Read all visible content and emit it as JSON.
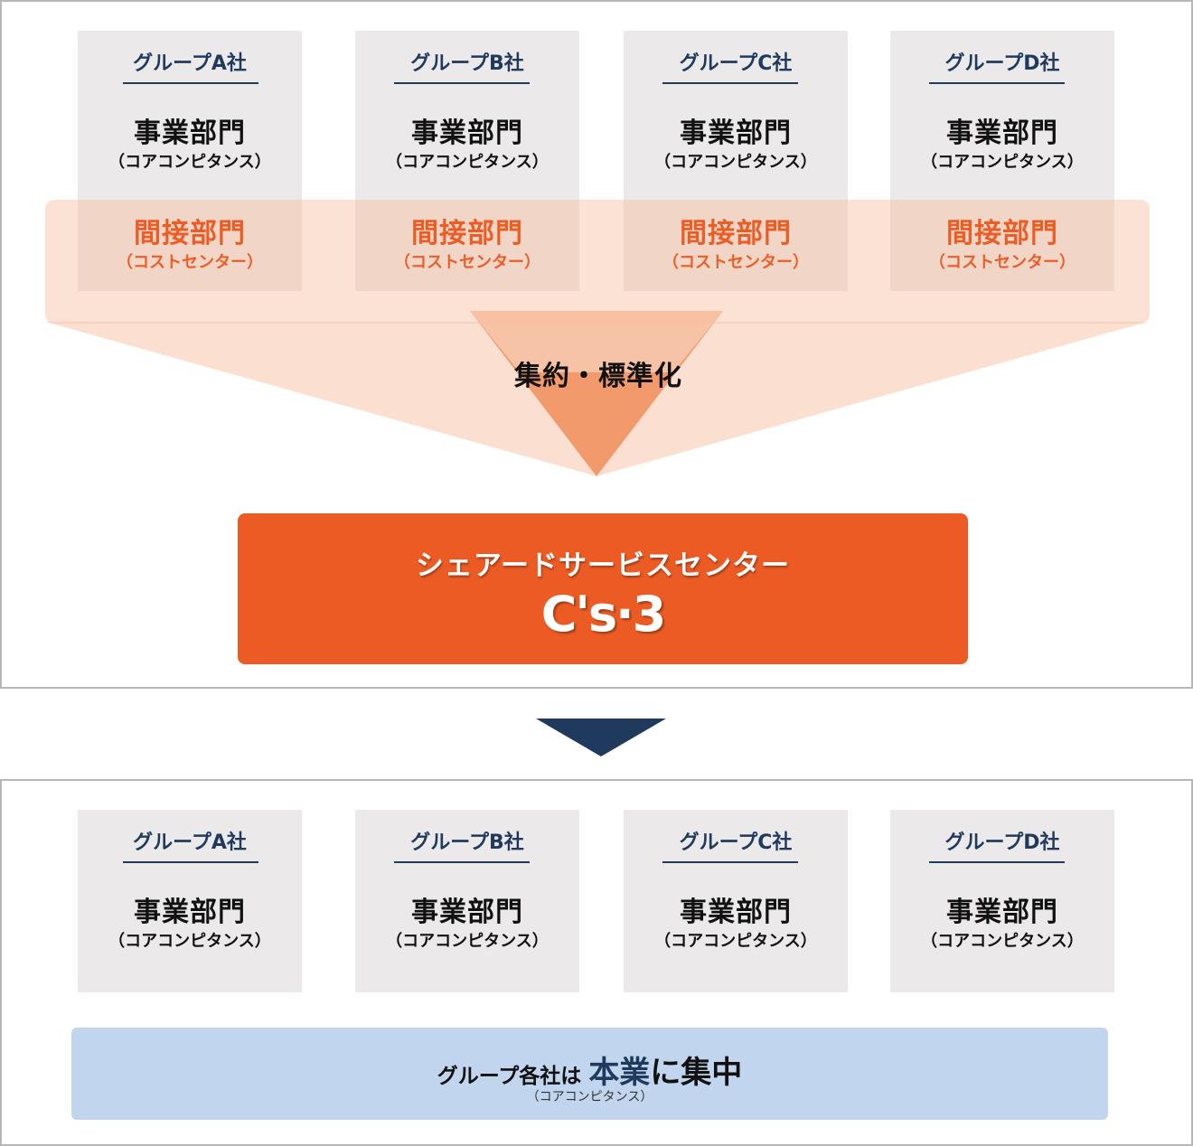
{
  "colors": {
    "navy": "#1f3a5c",
    "orange": "#ec5b24",
    "light_orange": "#fbe0d2",
    "mid_orange": "#f29a6c",
    "gray_card": "#ebe9ea",
    "light_blue": "#c1d6ee",
    "border": "#b7b7b7"
  },
  "top_section": {
    "companies": [
      {
        "name": "グループA社",
        "core_dept": "事業部門",
        "core_sub": "（コアコンピタンス）",
        "indirect_dept": "間接部門",
        "indirect_sub": "（コストセンター）"
      },
      {
        "name": "グループB社",
        "core_dept": "事業部門",
        "core_sub": "（コアコンピタンス）",
        "indirect_dept": "間接部門",
        "indirect_sub": "（コストセンター）"
      },
      {
        "name": "グループC社",
        "core_dept": "事業部門",
        "core_sub": "（コアコンピタンス）",
        "indirect_dept": "間接部門",
        "indirect_sub": "（コストセンター）"
      },
      {
        "name": "グループD社",
        "core_dept": "事業部門",
        "core_sub": "（コアコンピタンス）",
        "indirect_dept": "間接部門",
        "indirect_sub": "（コストセンター）"
      }
    ],
    "funnel_label": "集約・標準化",
    "ssc_title": "シェアードサービスセンター",
    "ssc_logo": "C's·3"
  },
  "bottom_section": {
    "companies": [
      {
        "name": "グループA社",
        "core_dept": "事業部門",
        "core_sub": "（コアコンピタンス）"
      },
      {
        "name": "グループB社",
        "core_dept": "事業部門",
        "core_sub": "（コアコンピタンス）"
      },
      {
        "name": "グループC社",
        "core_dept": "事業部門",
        "core_sub": "（コアコンピタンス）"
      },
      {
        "name": "グループD社",
        "core_dept": "事業部門",
        "core_sub": "（コアコンピタンス）"
      }
    ],
    "focus": {
      "prefix": "グループ各社は",
      "core": "本業",
      "suffix": "に集中",
      "sub": "（コアコンピタンス）"
    }
  }
}
